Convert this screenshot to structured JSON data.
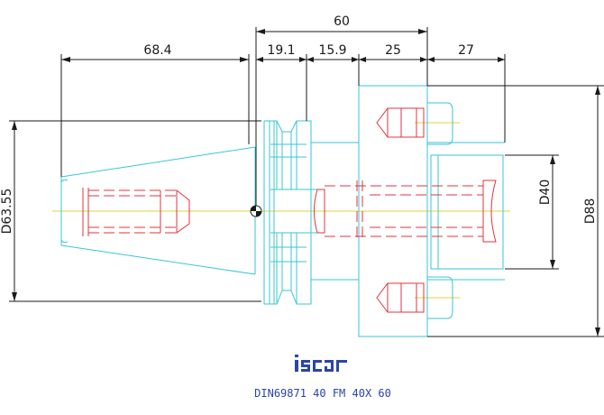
{
  "dimensions": {
    "overall_length": "60",
    "taper_length": "68.4",
    "seg_1": "19.1",
    "seg_2": "15.9",
    "seg_3": "25",
    "seg_4": "27",
    "taper_diameter": "D63.55",
    "pilot_diameter": "D40",
    "flange_diameter": "D88"
  },
  "logo": {
    "brand": "iscar",
    "color": "#2b45a8"
  },
  "caption": {
    "designation": "DIN69871 40 FM 40X 60"
  },
  "colors": {
    "dimension_line": "#1a1a1a",
    "outline": "#39c6d6",
    "hidden_detail": "#e0343c",
    "centerline": "#e6d23a"
  }
}
